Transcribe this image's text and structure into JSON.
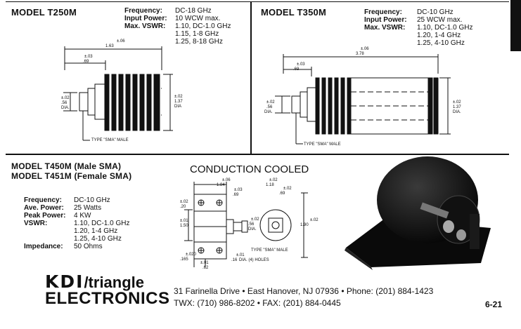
{
  "t250m": {
    "title": "MODEL T250M",
    "specs": [
      {
        "label": "Frequency:",
        "value": "DC-18 GHz"
      },
      {
        "label": "Input Power:",
        "value": "10 WCW max."
      },
      {
        "label": "Max. VSWR:",
        "value": "1.10, DC-1.0 GHz"
      },
      {
        "label": "",
        "value": "1.15, 1-8 GHz"
      },
      {
        "label": "",
        "value": "1.25, 8-18 GHz"
      }
    ],
    "dims": {
      "tol_top": "±.06",
      "len_top": "1.63",
      "tol_conn": "±.03",
      "len_conn": ".69",
      "tol_left": "±.02",
      "dia_left": ".56",
      "dia_left_lbl": "DIA.",
      "tol_right": "±.02",
      "dia_right": "1.37",
      "dia_right_lbl": "DIA",
      "connector": "TYPE \"SMA\" MALE"
    }
  },
  "t350m": {
    "title": "MODEL T350M",
    "specs": [
      {
        "label": "Frequency:",
        "value": "DC-10 GHz"
      },
      {
        "label": "Input Power:",
        "value": "25 WCW max."
      },
      {
        "label": "Max. VSWR:",
        "value": "1.10, DC-1.0 GHz"
      },
      {
        "label": "",
        "value": "1.20, 1-4 GHz"
      },
      {
        "label": "",
        "value": "1.25, 4-10 GHz"
      }
    ],
    "dims": {
      "tol_top": "±.06",
      "len_top": "3.78",
      "tol_conn": "±.03",
      "len_conn": ".69",
      "tol_left": "±.02",
      "dia_left": ".56",
      "dia_left_lbl": "DIA.",
      "tol_right": "±.02",
      "dia_right": "1.37",
      "dia_right_lbl": "DIA.",
      "connector": "TYPE \"SMA\" MALE"
    }
  },
  "t450m": {
    "title1": "MODEL T450M (Male SMA)",
    "title2": "MODEL T451M (Female SMA)",
    "conduction": "CONDUCTION COOLED",
    "specs": [
      {
        "label": "Frequency:",
        "value": "DC-10 GHz"
      },
      {
        "label": "Ave. Power:",
        "value": "25 Watts"
      },
      {
        "label": "Peak Power:",
        "value": "4 KW"
      },
      {
        "label": "VSWR:",
        "value": "1.10, DC-1.0 GHz"
      },
      {
        "label": "",
        "value": "1.20, 1-4 GHz"
      },
      {
        "label": "",
        "value": "1.25, 4-10 GHz"
      },
      {
        "label": "Impedance:",
        "value": "50 Ohms"
      }
    ],
    "dims": {
      "d1": "±.06",
      "d2": "1.84",
      "d3": "±.03",
      "d4": ".69",
      "d5": "±.02",
      "d6": "1.18",
      "d7": "±.02",
      "d8": ".69",
      "d9": "±.02",
      "d10": ".20",
      "d11": "±.01",
      "d12": "1.50",
      "d13": "±.02",
      "d14": ".56",
      "d15": "DIA.",
      "d16": "±.02",
      "d17": "1.90",
      "d18": "±.020",
      "d19": ".165",
      "d20": "±.01",
      "d21": ".62",
      "d22": "±.01",
      "d23": ".16",
      "holes": "DIA. (4) HOLES",
      "connector": "TYPE \"SMA\" MALE"
    }
  },
  "footer": {
    "kdi": "KDI",
    "slash_triangle": "/triangle",
    "electronics": "ELECTRONICS",
    "address": "31 Farinella Drive • East Hanover, NJ 07936 • Phone: (201) 884-1423",
    "twx": "TWX: (710) 986-8202 • FAX: (201) 884-0445",
    "page": "6-21"
  }
}
